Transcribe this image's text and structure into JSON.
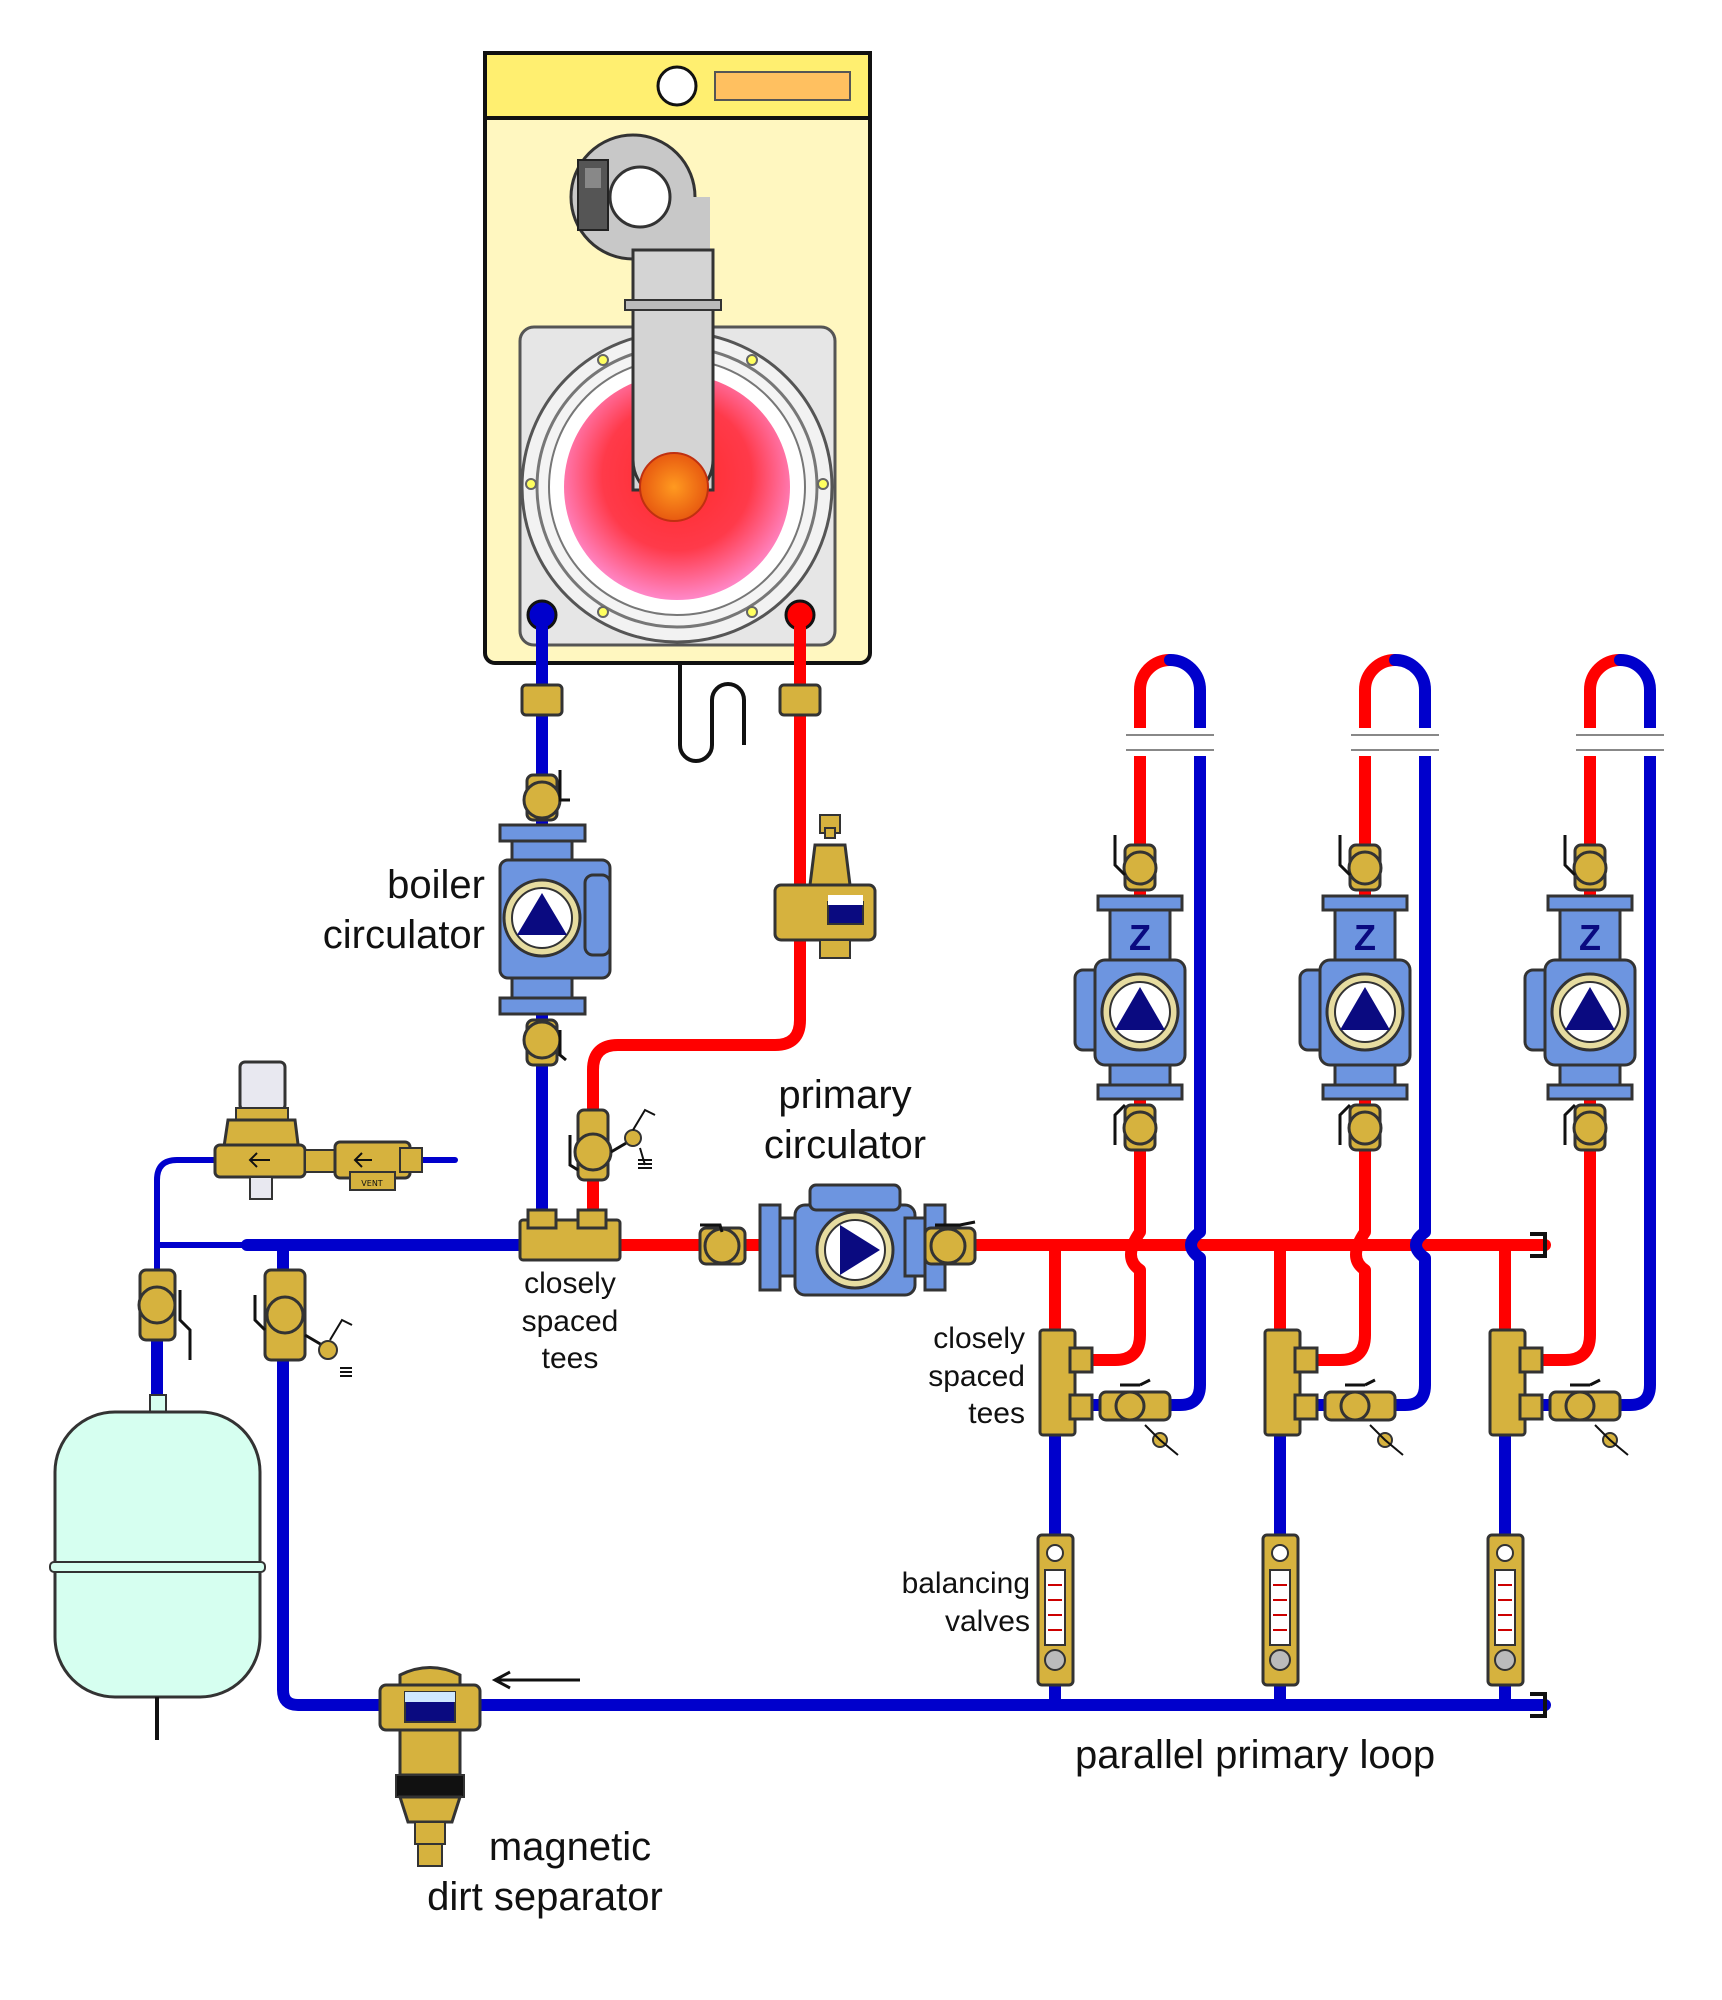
{
  "labels": {
    "boiler_circulator": [
      "boiler",
      "circulator"
    ],
    "primary_circulator": [
      "primary",
      "circulator"
    ],
    "closely_spaced_tees_center": [
      "closely",
      "spaced",
      "tees"
    ],
    "closely_spaced_tees_right": [
      "closely",
      "spaced",
      "tees"
    ],
    "balancing_valves": [
      "balancing",
      "valves"
    ],
    "parallel_primary_loop": "parallel primary loop",
    "magnetic_dirt_separator": [
      "magnetic",
      "dirt separator"
    ],
    "vent_tag": "VENT"
  },
  "colors": {
    "supply_pipe": "#ff0000",
    "return_pipe": "#0000cc",
    "boiler_body": "#fff7c0",
    "brass_fitting": "#d6b23e",
    "circulator_body": "#6d95e0",
    "expansion_tank": "#d6fff0"
  }
}
